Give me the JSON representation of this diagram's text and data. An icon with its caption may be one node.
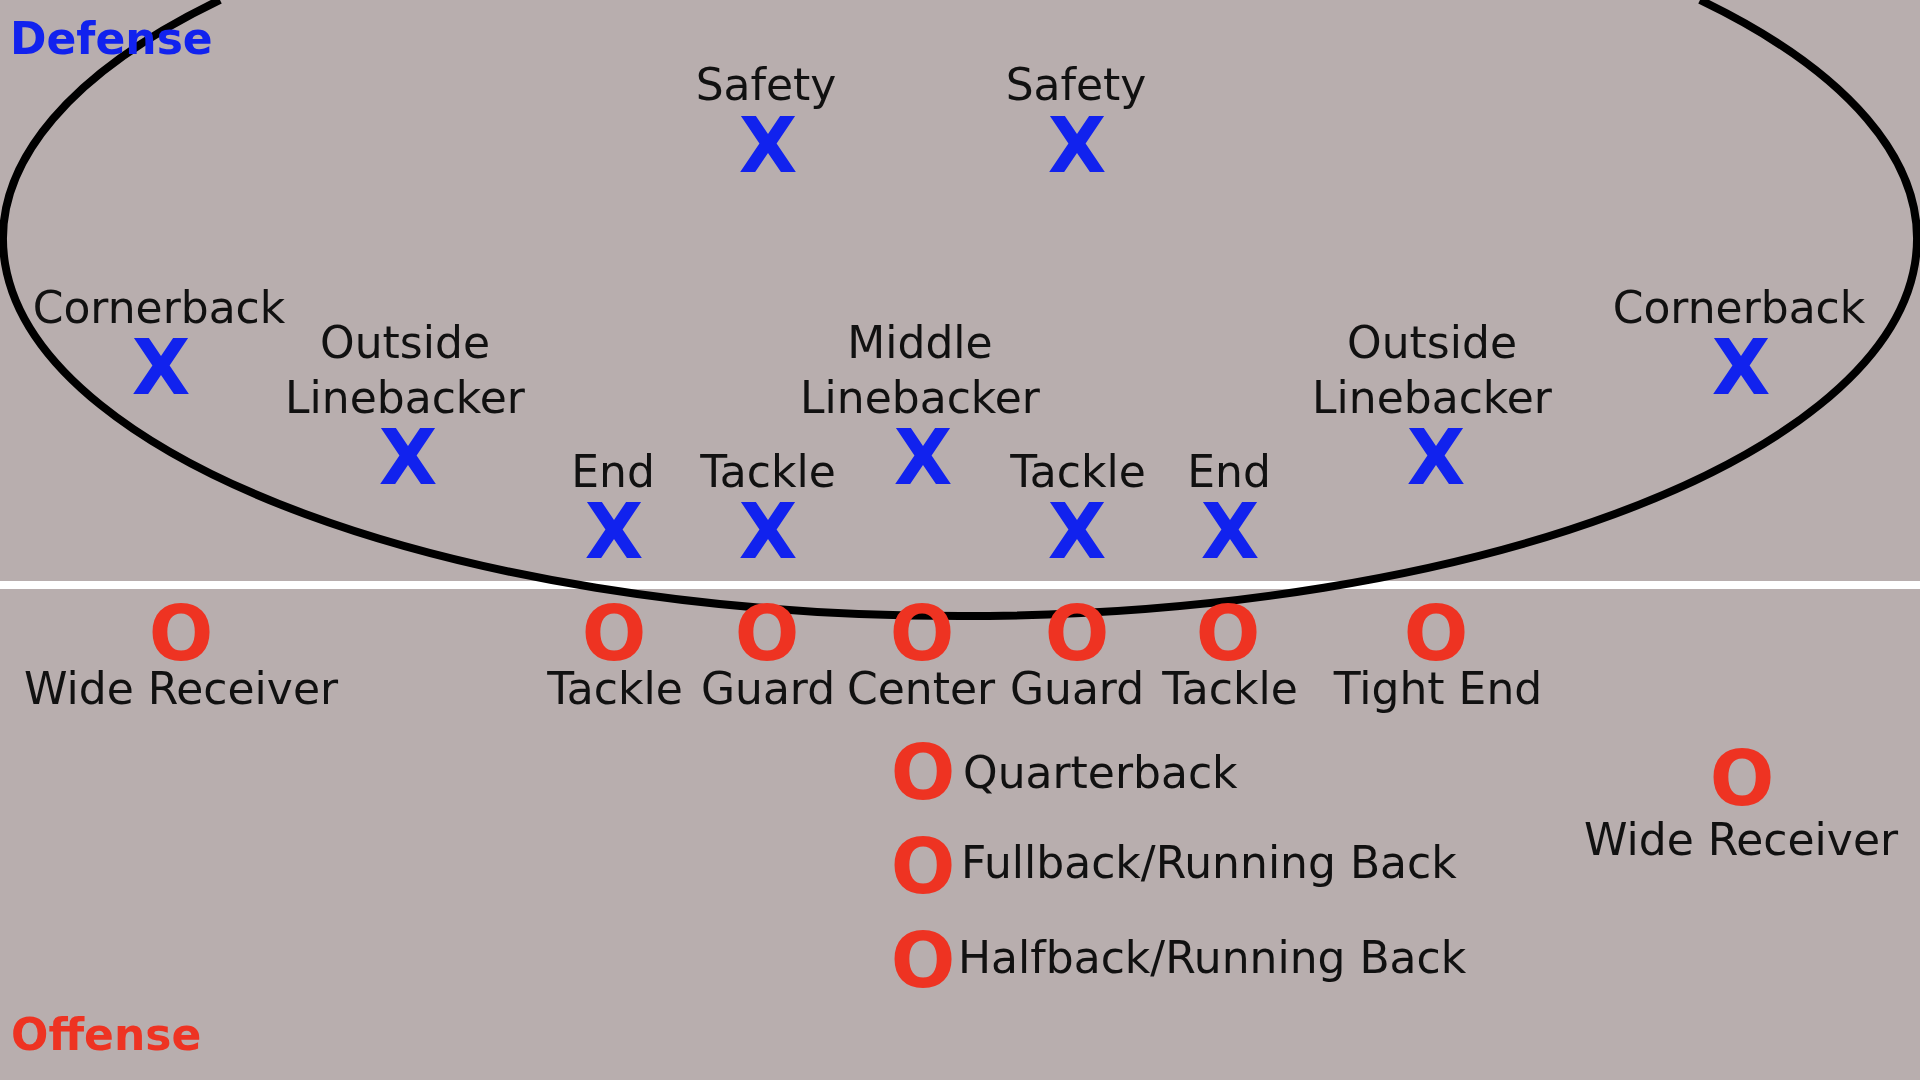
{
  "diagram": {
    "labels": [
      "Defense",
      "Safety",
      "X",
      "Safety",
      "X",
      "Cornerback",
      "X",
      "Outside Linebacker",
      "X",
      "Middle Linebacker",
      "X",
      "Outside Linebacker",
      "X",
      "Cornerback",
      "X",
      "End",
      "X",
      "Tackle",
      "X",
      "Tackle",
      "X",
      "End",
      "X",
      "O",
      "Wide Receiver",
      "O",
      "Tackle",
      "O",
      "Guard",
      "O",
      "Center",
      "O",
      "Guard",
      "O",
      "Tackle",
      "O",
      "Tight End",
      "O",
      "Quarterback",
      "O",
      "Wide Receiver",
      "O",
      "Fullback/Running Back",
      "O",
      "Halfback/Running Back",
      "Offense"
    ]
  }
}
